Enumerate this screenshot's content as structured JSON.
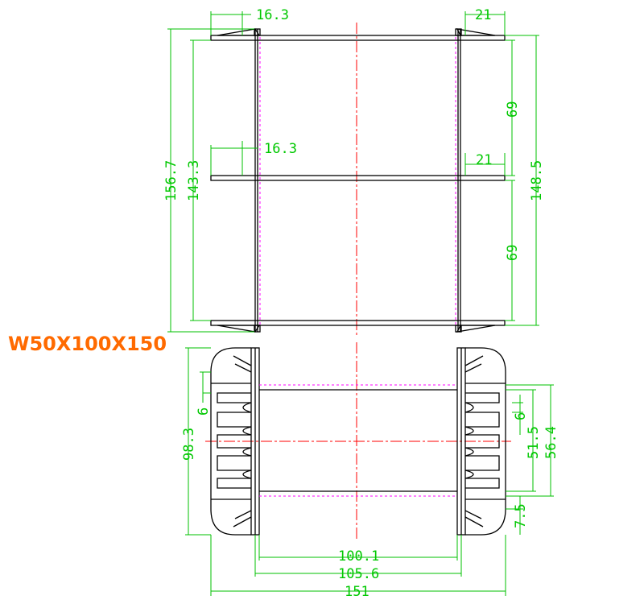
{
  "model_label": "W50X100X150",
  "dimensions": {
    "top_left_fin": "16.3",
    "top_right_fin": "21",
    "mid_left_fin": "16.3",
    "mid_right_fin": "21",
    "overall_height": "156.7",
    "inner_height": "143.3",
    "right_overall": "148.5",
    "upper_span": "69",
    "lower_span": "69",
    "front_height": "98.3",
    "fin_thickness_left": "6",
    "fin_thickness_right": "6",
    "span_51": "51.5",
    "span_56": "56.4",
    "bottom_gap": "7.5",
    "width_inner": "100.1",
    "width_mid": "105.6",
    "width_overall": "151"
  }
}
